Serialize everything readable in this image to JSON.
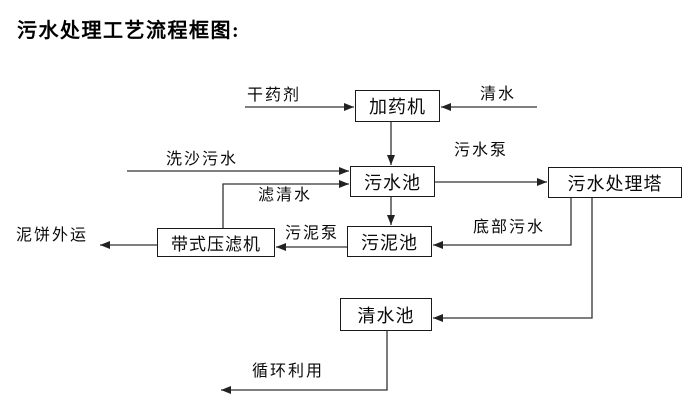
{
  "title": "污水处理工艺流程框图:",
  "nodes": {
    "dosing_machine": "加药机",
    "sewage_pool": "污水池",
    "treatment_tower": "污水处理塔",
    "sludge_pool": "污泥池",
    "belt_filter_press": "带式压滤机",
    "clean_water_pool": "清水池"
  },
  "labels": {
    "dry_chemical": "干药剂",
    "clean_water": "清水",
    "sand_washing_sewage": "洗沙污水",
    "filtered_water": "滤清水",
    "sewage_pump": "污水泵",
    "bottom_sewage": "底部污水",
    "sludge_pump": "污泥泵",
    "mud_cake_out": "泥饼外运",
    "recycle_reuse": "循环利用"
  },
  "flow_edges": [
    {
      "from": "dry_chemical",
      "to": "dosing_machine"
    },
    {
      "from": "clean_water",
      "to": "dosing_machine"
    },
    {
      "from": "dosing_machine",
      "to": "sewage_pool"
    },
    {
      "from": "sand_washing_sewage",
      "to": "sewage_pool"
    },
    {
      "from": "belt_filter_press",
      "to": "sewage_pool",
      "label": "滤清水"
    },
    {
      "from": "sewage_pool",
      "to": "treatment_tower",
      "label": "污水泵"
    },
    {
      "from": "sewage_pool",
      "to": "sludge_pool"
    },
    {
      "from": "treatment_tower",
      "to": "sludge_pool",
      "label": "底部污水"
    },
    {
      "from": "sludge_pool",
      "to": "belt_filter_press",
      "label": "污泥泵"
    },
    {
      "from": "belt_filter_press",
      "to": "mud_cake_out"
    },
    {
      "from": "treatment_tower",
      "to": "clean_water_pool"
    },
    {
      "from": "clean_water_pool",
      "to": "recycle_reuse",
      "label": "循环利用"
    }
  ],
  "colors": {
    "background": "#ffffff",
    "line": "#333333",
    "text": "#000000",
    "box_border": "#1a1a1a"
  }
}
